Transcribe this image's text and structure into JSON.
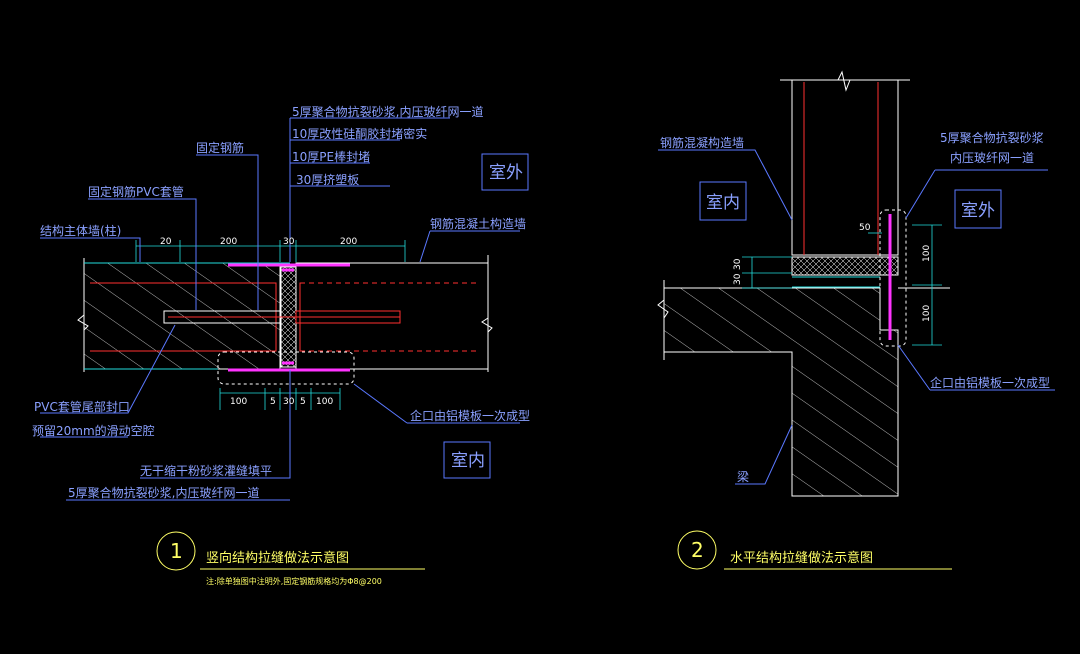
{
  "detail1": {
    "labels": {
      "polymer_top": "5厚聚合物抗裂砂浆,内压玻纤网一道",
      "sealant": "10厚改性硅酮胶封堵密实",
      "pe_rod": "10厚PE棒封堵",
      "eps_board": "30厚挤塑板",
      "fixed_rebar": "固定钢筋",
      "pvc_sleeve": "固定钢筋PVC套管",
      "main_wall": "结构主体墙(柱)",
      "concrete_wall": "钢筋混凝土构造墙",
      "pvc_end_seal": "PVC套管尾部封口",
      "slide_gap": "预留20mm的滑动空腔",
      "groove": "企口由铝模板一次成型",
      "mortar_fill": "无干缩干粉砂浆灌缝填平",
      "polymer_bottom": "5厚聚合物抗裂砂浆,内压玻纤网一道",
      "outside": "室外",
      "inside": "室内"
    },
    "dims_top": [
      "20",
      "200",
      "30",
      "200"
    ],
    "dims_bottom": [
      "100",
      "5",
      "30",
      "5",
      "100"
    ],
    "number": "1",
    "title": "竖向结构拉缝做法示意图",
    "note": "注:除单独图中注明外,固定钢筋规格均为Φ8@200"
  },
  "detail2": {
    "labels": {
      "concrete_wall": "钢筋混凝构造墙",
      "polymer": "5厚聚合物抗裂砂浆",
      "mesh": "内压玻纤网一道",
      "inside": "室内",
      "outside": "室外",
      "groove": "企口由铝模板一次成型",
      "beam": "梁"
    },
    "dims_left": [
      "30",
      "30"
    ],
    "dim_50": "50",
    "dims_right": [
      "100",
      "100"
    ],
    "number": "2",
    "title": "水平结构拉缝做法示意图"
  }
}
